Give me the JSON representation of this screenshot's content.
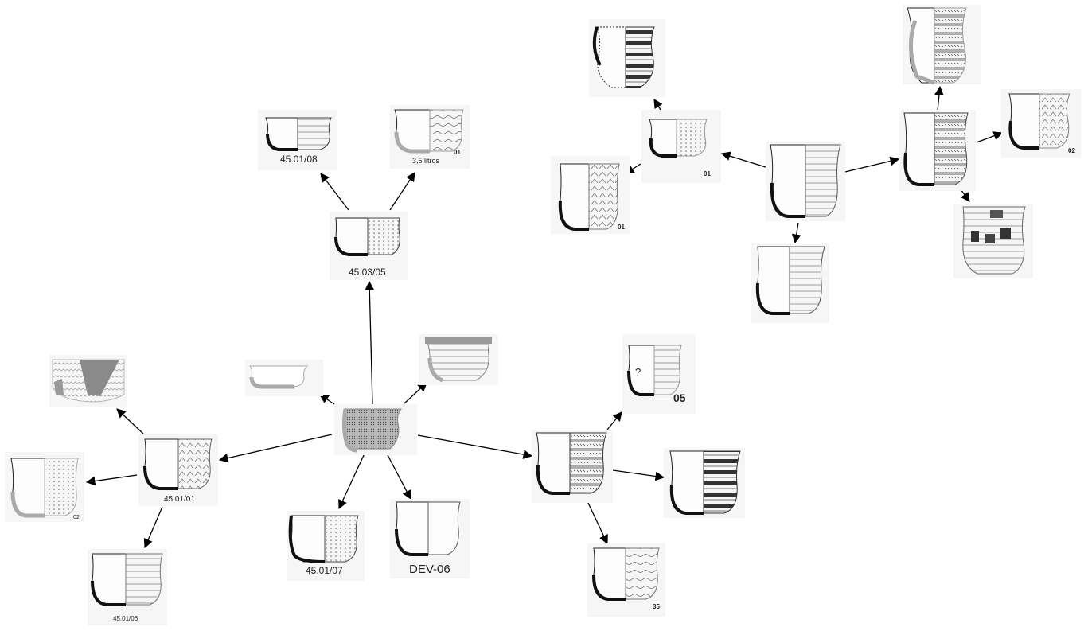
{
  "nodes": [
    {
      "id": "hub",
      "label": ""
    },
    {
      "id": "n4503",
      "label": "45.03/05"
    },
    {
      "id": "n4501_08",
      "label": "45.01/08"
    },
    {
      "id": "nlitros_01",
      "label": "01"
    },
    {
      "id": "nlitros_sub",
      "label": "3,5 litros"
    },
    {
      "id": "n4501_01",
      "label": "45.01/01"
    },
    {
      "id": "n_small",
      "label": ""
    },
    {
      "id": "n_grey_top",
      "label": ""
    },
    {
      "id": "n4501_07",
      "label": "45.01/07"
    },
    {
      "id": "ndev06",
      "label": "DEV-06"
    },
    {
      "id": "n_hatch",
      "label": ""
    },
    {
      "id": "n_fragment",
      "label": ""
    },
    {
      "id": "n_02_left",
      "label": "02"
    },
    {
      "id": "n4501_06",
      "label": "45.01/06"
    },
    {
      "id": "n05",
      "label": "05"
    },
    {
      "id": "n_lined",
      "label": ""
    },
    {
      "id": "n35",
      "label": "35"
    },
    {
      "id": "n_right_hub",
      "label": ""
    },
    {
      "id": "n01_a",
      "label": "01"
    },
    {
      "id": "n01_b",
      "label": "01"
    },
    {
      "id": "n_top_jar",
      "label": ""
    },
    {
      "id": "n_bottom_pot",
      "label": ""
    },
    {
      "id": "n_rhub2",
      "label": ""
    },
    {
      "id": "n_tall",
      "label": ""
    },
    {
      "id": "n02_right",
      "label": "02"
    },
    {
      "id": "n_blotch",
      "label": ""
    }
  ],
  "edges": [
    {
      "from": "hub",
      "to": "n4503"
    },
    {
      "from": "n4503",
      "to": "n4501_08"
    },
    {
      "from": "n4503",
      "to": "nlitros"
    },
    {
      "from": "hub",
      "to": "n_small"
    },
    {
      "from": "hub",
      "to": "n_grey_top"
    },
    {
      "from": "hub",
      "to": "n4501_01"
    },
    {
      "from": "hub",
      "to": "n4501_07"
    },
    {
      "from": "hub",
      "to": "ndev06"
    },
    {
      "from": "hub",
      "to": "n_hatch"
    },
    {
      "from": "n4501_01",
      "to": "n_fragment"
    },
    {
      "from": "n4501_01",
      "to": "n_02_left"
    },
    {
      "from": "n4501_01",
      "to": "n4501_06"
    },
    {
      "from": "n_hatch",
      "to": "n05"
    },
    {
      "from": "n_hatch",
      "to": "n_lined"
    },
    {
      "from": "n_hatch",
      "to": "n35"
    },
    {
      "from": "n_right_hub",
      "to": "n01_a"
    },
    {
      "from": "n01_a",
      "to": "n01_b"
    },
    {
      "from": "n01_a",
      "to": "n_top_jar"
    },
    {
      "from": "n_right_hub",
      "to": "n_bottom_pot"
    },
    {
      "from": "n_right_hub",
      "to": "n_rhub2"
    },
    {
      "from": "n_rhub2",
      "to": "n_tall"
    },
    {
      "from": "n_rhub2",
      "to": "n02_right"
    },
    {
      "from": "n_rhub2",
      "to": "n_blotch"
    }
  ]
}
